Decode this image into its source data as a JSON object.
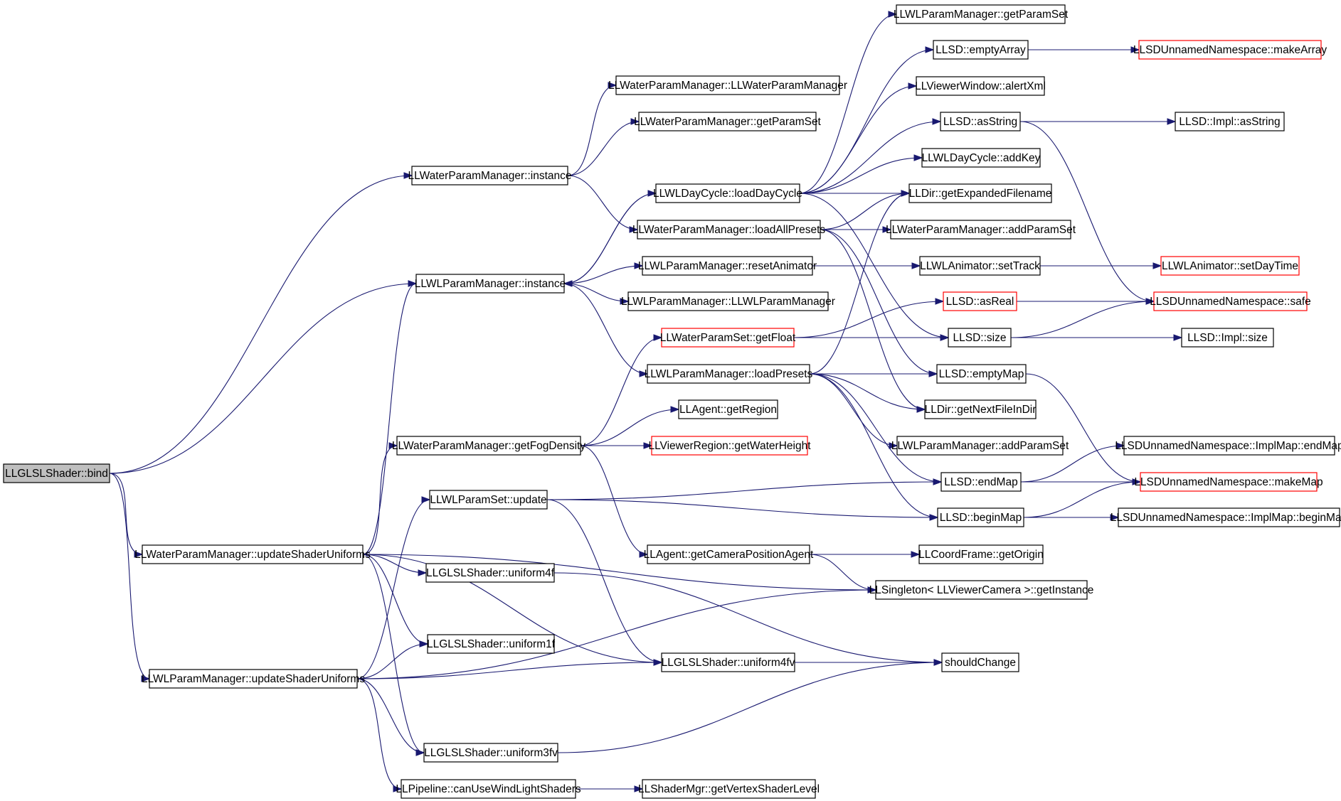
{
  "graph": {
    "colors": {
      "edge": "#191970",
      "border": "#000000",
      "truncated_border": "#ff0000",
      "root_fill": "#bfbfbf",
      "background": "#ffffff"
    },
    "nodes": [
      {
        "id": "bind",
        "label": "LLGLSLShader::bind",
        "root": true
      },
      {
        "id": "wpm_inst",
        "label": "LLWaterParamManager::instance"
      },
      {
        "id": "wlpm_inst",
        "label": "LLWLParamManager::instance"
      },
      {
        "id": "wpm_upd",
        "label": "LLWaterParamManager::updateShaderUniforms"
      },
      {
        "id": "wlpm_upd",
        "label": "LLWLParamManager::updateShaderUniforms"
      },
      {
        "id": "wpm_ctor",
        "label": "LLWaterParamManager::LLWaterParamManager"
      },
      {
        "id": "wpm_gps",
        "label": "LLWaterParamManager::getParamSet"
      },
      {
        "id": "wlday_load",
        "label": "LLWLDayCycle::loadDayCycle"
      },
      {
        "id": "wpm_loadall",
        "label": "LLWaterParamManager::loadAllPresets"
      },
      {
        "id": "wlpm_reset",
        "label": "LLWLParamManager::resetAnimator"
      },
      {
        "id": "wlpm_ctor",
        "label": "LLWLParamManager::LLWLParamManager"
      },
      {
        "id": "wps_getfloat",
        "label": "LLWaterParamSet::getFloat",
        "truncated": true
      },
      {
        "id": "wlpm_loadpresets",
        "label": "LLWLParamManager::loadPresets"
      },
      {
        "id": "agent_getregion",
        "label": "LLAgent::getRegion"
      },
      {
        "id": "wpm_fog",
        "label": "LLWaterParamManager::getFogDensity"
      },
      {
        "id": "vr_waterheight",
        "label": "LLViewerRegion::getWaterHeight",
        "truncated": true
      },
      {
        "id": "wlps_update",
        "label": "LLWLParamSet::update"
      },
      {
        "id": "agent_campos",
        "label": "LLAgent::getCameraPositionAgent"
      },
      {
        "id": "sh_u4f",
        "label": "LLGLSLShader::uniform4f"
      },
      {
        "id": "sh_u1f",
        "label": "LLGLSLShader::uniform1f"
      },
      {
        "id": "sh_u4fv",
        "label": "LLGLSLShader::uniform4fv"
      },
      {
        "id": "sh_u3fv",
        "label": "LLGLSLShader::uniform3fv"
      },
      {
        "id": "pipe_canuse",
        "label": "LLPipeline::canUseWindLightShaders"
      },
      {
        "id": "shmgr_vsl",
        "label": "LLShaderMgr::getVertexShaderLevel"
      },
      {
        "id": "wlpm_gps",
        "label": "LLWLParamManager::getParamSet"
      },
      {
        "id": "llsd_emptyarray",
        "label": "LLSD::emptyArray"
      },
      {
        "id": "vw_alertxml",
        "label": "LLViewerWindow::alertXml"
      },
      {
        "id": "llsd_asstring",
        "label": "LLSD::asString"
      },
      {
        "id": "wlday_addkey",
        "label": "LLWLDayCycle::addKey"
      },
      {
        "id": "dir_expanded",
        "label": "LLDir::getExpandedFilename"
      },
      {
        "id": "wpm_addps",
        "label": "LLWaterParamManager::addParamSet"
      },
      {
        "id": "wlanim_settrack",
        "label": "LLWLAnimator::setTrack"
      },
      {
        "id": "llsd_asreal",
        "label": "LLSD::asReal",
        "truncated": true
      },
      {
        "id": "llsd_size",
        "label": "LLSD::size"
      },
      {
        "id": "llsd_emptymap",
        "label": "LLSD::emptyMap"
      },
      {
        "id": "dir_nextfile",
        "label": "LLDir::getNextFileInDir"
      },
      {
        "id": "wlpm_addps",
        "label": "LLWLParamManager::addParamSet"
      },
      {
        "id": "llsd_endmap",
        "label": "LLSD::endMap"
      },
      {
        "id": "llsd_beginmap",
        "label": "LLSD::beginMap"
      },
      {
        "id": "coord_origin",
        "label": "LLCoordFrame::getOrigin"
      },
      {
        "id": "singleton_cam",
        "label": "LLSingleton< LLViewerCamera >::getInstance"
      },
      {
        "id": "shouldchange",
        "label": "shouldChange"
      },
      {
        "id": "unnamed_makearray",
        "label": "LLSDUnnamedNamespace::makeArray",
        "truncated": true
      },
      {
        "id": "impl_asstring",
        "label": "LLSD::Impl::asString"
      },
      {
        "id": "wlanim_setdaytime",
        "label": "LLWLAnimator::setDayTime",
        "truncated": true
      },
      {
        "id": "unnamed_safe",
        "label": "LLSDUnnamedNamespace::safe",
        "truncated": true
      },
      {
        "id": "impl_size",
        "label": "LLSD::Impl::size"
      },
      {
        "id": "implmap_endmap",
        "label": "LLSDUnnamedNamespace::ImplMap::endMap"
      },
      {
        "id": "unnamed_makemap",
        "label": "LLSDUnnamedNamespace::makeMap",
        "truncated": true
      },
      {
        "id": "implmap_beginmap",
        "label": "LLSDUnnamedNamespace::ImplMap::beginMap"
      }
    ],
    "edges": [
      [
        "bind",
        "wpm_inst"
      ],
      [
        "bind",
        "wlpm_inst"
      ],
      [
        "bind",
        "wpm_upd"
      ],
      [
        "bind",
        "wlpm_upd"
      ],
      [
        "wpm_inst",
        "wpm_ctor"
      ],
      [
        "wpm_inst",
        "wpm_gps"
      ],
      [
        "wpm_inst",
        "wpm_loadall"
      ],
      [
        "wlpm_inst",
        "wlday_load"
      ],
      [
        "wlpm_inst",
        "wlpm_reset"
      ],
      [
        "wlpm_inst",
        "wlpm_ctor"
      ],
      [
        "wlpm_inst",
        "wlpm_loadpresets"
      ],
      [
        "wpm_upd",
        "wpm_fog"
      ],
      [
        "wpm_upd",
        "sh_u4f"
      ],
      [
        "wpm_upd",
        "sh_u1f"
      ],
      [
        "wpm_upd",
        "sh_u4fv"
      ],
      [
        "wpm_upd",
        "sh_u3fv"
      ],
      [
        "wpm_upd",
        "wlpm_inst"
      ],
      [
        "wpm_upd",
        "singleton_cam"
      ],
      [
        "wlpm_upd",
        "wlps_update"
      ],
      [
        "wlpm_upd",
        "sh_u1f"
      ],
      [
        "wlpm_upd",
        "sh_u4fv"
      ],
      [
        "wlpm_upd",
        "sh_u3fv"
      ],
      [
        "wlpm_upd",
        "pipe_canuse"
      ],
      [
        "wlpm_upd",
        "singleton_cam"
      ],
      [
        "wpm_fog",
        "wps_getfloat"
      ],
      [
        "wpm_fog",
        "agent_getregion"
      ],
      [
        "wpm_fog",
        "vr_waterheight"
      ],
      [
        "wpm_fog",
        "agent_campos"
      ],
      [
        "wlps_update",
        "llsd_endmap"
      ],
      [
        "wlps_update",
        "llsd_beginmap"
      ],
      [
        "wlps_update",
        "sh_u4fv"
      ],
      [
        "wlday_load",
        "wlpm_gps"
      ],
      [
        "wlday_load",
        "llsd_emptyarray"
      ],
      [
        "wlday_load",
        "vw_alertxml"
      ],
      [
        "wlday_load",
        "llsd_asstring"
      ],
      [
        "wlday_load",
        "wlday_addkey"
      ],
      [
        "wlday_load",
        "dir_expanded"
      ],
      [
        "wlday_load",
        "wlpm_inst"
      ],
      [
        "wlday_load",
        "llsd_size"
      ],
      [
        "wpm_loadall",
        "dir_expanded"
      ],
      [
        "wpm_loadall",
        "wpm_addps"
      ],
      [
        "wpm_loadall",
        "dir_nextfile"
      ],
      [
        "wpm_loadall",
        "llsd_emptymap"
      ],
      [
        "wlpm_reset",
        "wlanim_settrack"
      ],
      [
        "wlpm_loadpresets",
        "dir_expanded"
      ],
      [
        "wlpm_loadpresets",
        "llsd_emptymap"
      ],
      [
        "wlpm_loadpresets",
        "dir_nextfile"
      ],
      [
        "wlpm_loadpresets",
        "wlpm_addps"
      ],
      [
        "wlpm_loadpresets",
        "llsd_endmap"
      ],
      [
        "wlpm_loadpresets",
        "llsd_beginmap"
      ],
      [
        "wps_getfloat",
        "llsd_size"
      ],
      [
        "wps_getfloat",
        "llsd_asreal"
      ],
      [
        "agent_campos",
        "coord_origin"
      ],
      [
        "agent_campos",
        "singleton_cam"
      ],
      [
        "sh_u4f",
        "shouldchange"
      ],
      [
        "sh_u4fv",
        "shouldchange"
      ],
      [
        "sh_u3fv",
        "shouldchange"
      ],
      [
        "pipe_canuse",
        "shmgr_vsl"
      ],
      [
        "llsd_emptyarray",
        "unnamed_makearray"
      ],
      [
        "llsd_asstring",
        "impl_asstring"
      ],
      [
        "llsd_asstring",
        "unnamed_safe"
      ],
      [
        "wlanim_settrack",
        "wlanim_setdaytime"
      ],
      [
        "llsd_asreal",
        "unnamed_safe"
      ],
      [
        "llsd_size",
        "impl_size"
      ],
      [
        "llsd_size",
        "unnamed_safe"
      ],
      [
        "llsd_emptymap",
        "unnamed_makemap"
      ],
      [
        "llsd_endmap",
        "implmap_endmap"
      ],
      [
        "llsd_endmap",
        "unnamed_makemap"
      ],
      [
        "llsd_beginmap",
        "implmap_beginmap"
      ],
      [
        "llsd_beginmap",
        "unnamed_makemap"
      ]
    ]
  }
}
